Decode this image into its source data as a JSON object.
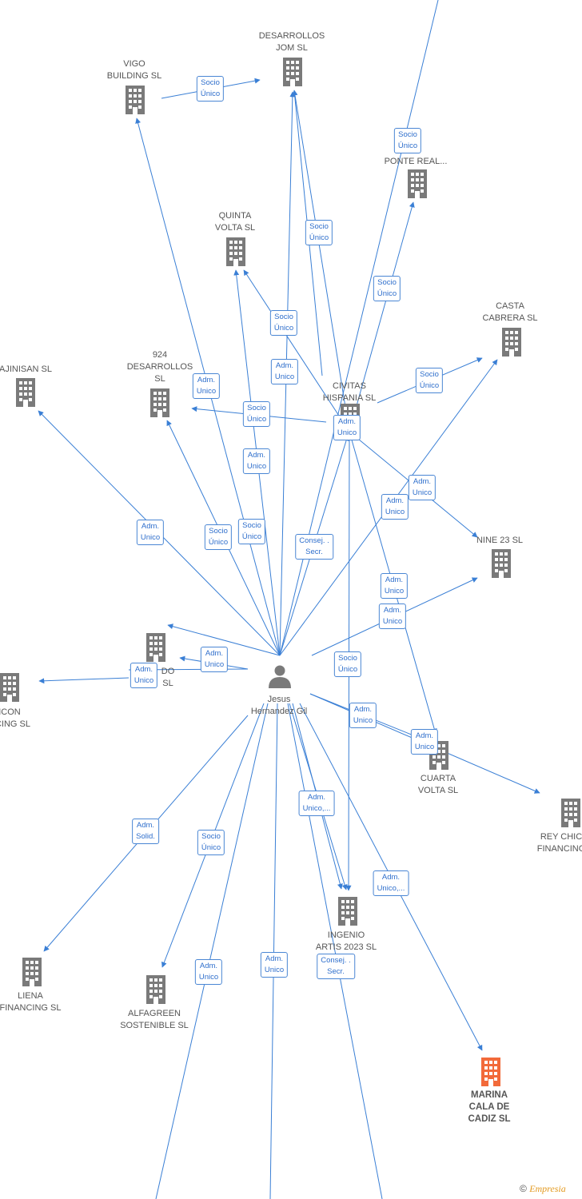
{
  "accent_color": "#3a7fd5",
  "building_color": "#7a7a7a",
  "focus_color": "#f26a3a",
  "person": {
    "name": "Jesus\nHernandez Gil",
    "icon": "person-icon"
  },
  "nodes": [
    {
      "id": "desarrollos_jom",
      "label": "DESARROLLOS\nJOM  SL",
      "focus": false
    },
    {
      "id": "vigo_building",
      "label": "VIGO\nBUILDING  SL",
      "focus": false
    },
    {
      "id": "ponte_real",
      "label": "L\nTE\nPONTE REAL...",
      "focus": false
    },
    {
      "id": "quinta_volta",
      "label": "QUINTA\nVOLTA  SL",
      "focus": false
    },
    {
      "id": "casta_cabrera",
      "label": "CASTA\nCABRERA  SL",
      "focus": false
    },
    {
      "id": "ajinisan",
      "label": "AJINISAN  SL",
      "focus": false
    },
    {
      "id": "desarrollos_924",
      "label": "924\nDESARROLLOS\nSL",
      "focus": false
    },
    {
      "id": "civitas",
      "label": "CIVITAS\nHISPANIA  SL",
      "focus": false
    },
    {
      "id": "nine23",
      "label": "NINE 23  SL",
      "focus": false
    },
    {
      "id": "do_sl",
      "label": "DO\nSL",
      "focus": false
    },
    {
      "id": "icon_financing",
      "label": "ICON\nNCING  SL",
      "focus": false
    },
    {
      "id": "cuarta_volta",
      "label": "CUARTA\nVOLTA  SL",
      "focus": false
    },
    {
      "id": "rey_chico",
      "label": "REY CHIC\nFINANCING",
      "focus": false
    },
    {
      "id": "ingenio",
      "label": "INGENIO\nARTIS 2023  SL",
      "focus": false
    },
    {
      "id": "liena",
      "label": "LIENA\nFINANCING  SL",
      "focus": false
    },
    {
      "id": "alfagreen",
      "label": "ALFAGREEN\nSOSTENIBLE  SL",
      "focus": false
    },
    {
      "id": "marina",
      "label": "MARINA\nCALA DE\nCADIZ  SL",
      "focus": true
    }
  ],
  "edge_labels": [
    "Socio\nÚnico",
    "Socio\nÚnico",
    "Socio\nÚnico",
    "Socio\nÚnico",
    "Socio\nÚnico",
    "Adm.\nUnico",
    "Adm.\nUnico",
    "Socio\nÚnico",
    "Adm.\nUnico",
    "Adm.\nUnico",
    "Socio\nÚnico",
    "Adm.\nUnico",
    "Adm.\nUnico",
    "Socio\nÚnico",
    "Consej. .\nSecr.",
    "Socio\nÚnico",
    "Adm.\nUnico",
    "Adm.\nUnico",
    "Adm.\nUnico",
    "Socio\nÚnico",
    "Adm.\nUnico",
    "Adm.\nUnico",
    "Adm.\nUnico",
    "Adm.\nSolid.",
    "Adm.\nUnico,...",
    "Adm.\nUnico,...",
    "Adm.\nUnico",
    "Adm.\nUnico",
    "Consej. .\nSecr.",
    "Socio\nÚnico",
    "Adm.\nUnico"
  ],
  "copyright": {
    "symbol": "©",
    "brand": "Empresia"
  }
}
